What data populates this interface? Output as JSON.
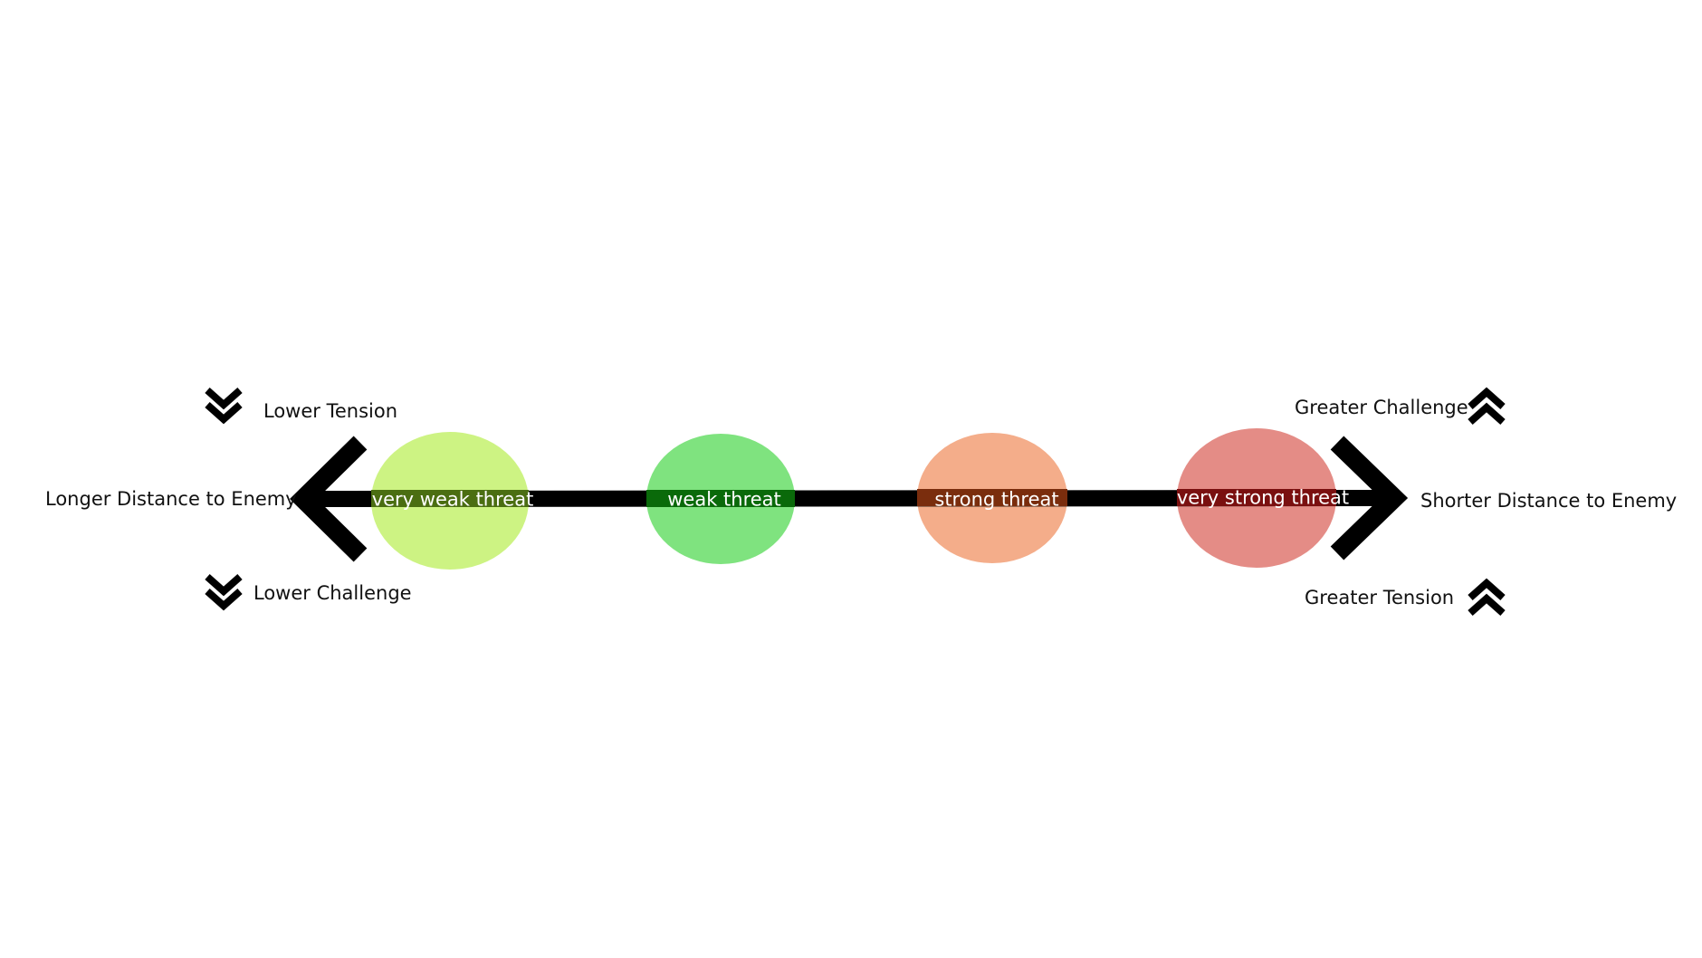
{
  "axis": {
    "left_label": "Longer Distance to Enemy",
    "right_label": "Shorter Distance to Enemy"
  },
  "left_indicators": {
    "top": {
      "text": "Lower Tension",
      "icon": "double-chevron-down-icon"
    },
    "bottom": {
      "text": "Lower Challenge",
      "icon": "double-chevron-down-icon"
    }
  },
  "right_indicators": {
    "top": {
      "text": "Greater Challenge",
      "icon": "double-chevron-up-icon"
    },
    "bottom": {
      "text": "Greater Tension",
      "icon": "double-chevron-up-icon"
    }
  },
  "threats": [
    {
      "label": "very weak threat",
      "color": "#cdf383",
      "band": "#4b6e12"
    },
    {
      "label": "weak threat",
      "color": "#7fe37f",
      "band": "#0a6a0a"
    },
    {
      "label": "strong threat",
      "color": "#f4ad8a",
      "band": "#7a2d0d"
    },
    {
      "label": "very strong threat",
      "color": "#e48c86",
      "band": "#7a1010"
    }
  ],
  "colors": {
    "axis": "#000000",
    "text": "#111111"
  }
}
